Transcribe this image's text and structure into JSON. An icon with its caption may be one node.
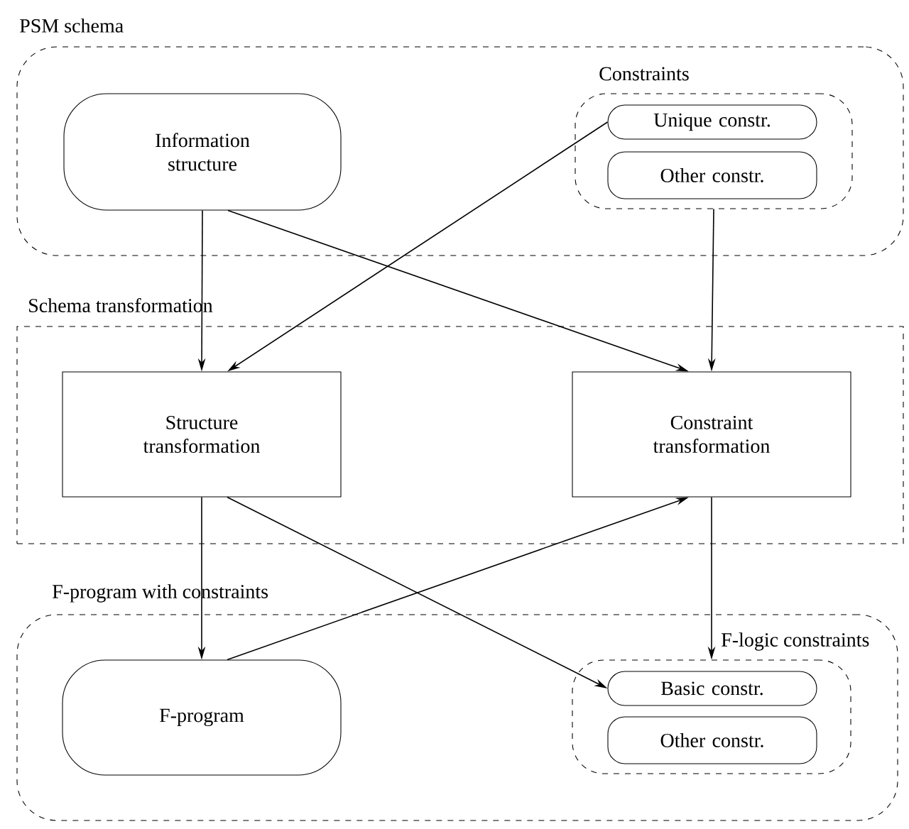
{
  "diagram": {
    "nodes": [
      {
        "text": [
          "PSM schema"
        ]
      },
      {
        "text": [
          "Information structure"
        ],
        "in": 0
      },
      {
        "text": [
          "Constraints"
        ],
        "in": 0
      },
      {
        "text": [
          "Unique constr."
        ],
        "in": 2
      },
      {
        "text": [
          "Other constr."
        ],
        "in": 2
      },
      {
        "text": [
          "Schema transformation"
        ]
      },
      {
        "text": [
          "Structure transformation"
        ],
        "in": 5
      },
      {
        "text": [
          "Constraint transformation"
        ],
        "in": 5
      },
      {
        "text": [
          "F-program with constraints"
        ]
      },
      {
        "text": [
          "F-program"
        ],
        "in": 8
      },
      {
        "text": [
          "F-logic constraints"
        ],
        "in": 8
      },
      {
        "text": [
          "Basic constr."
        ],
        "in": 10
      },
      {
        "text": [
          "Other constr."
        ],
        "in": 10
      }
    ],
    "edges": [
      {
        "from": 1,
        "to": 6,
        "arrow": "to"
      },
      {
        "from": 1,
        "to": 7,
        "arrow": "to"
      },
      {
        "from": 3,
        "to": 6,
        "arrow": "to"
      },
      {
        "from": 2,
        "to": 7,
        "arrow": "to"
      },
      {
        "from": 6,
        "to": 9,
        "arrow": "to"
      },
      {
        "from": 6,
        "to": 11,
        "arrow": "to"
      },
      {
        "from": 9,
        "to": 7,
        "arrow": "to"
      },
      {
        "from": 7,
        "to": 10,
        "arrow": "to"
      }
    ]
  }
}
